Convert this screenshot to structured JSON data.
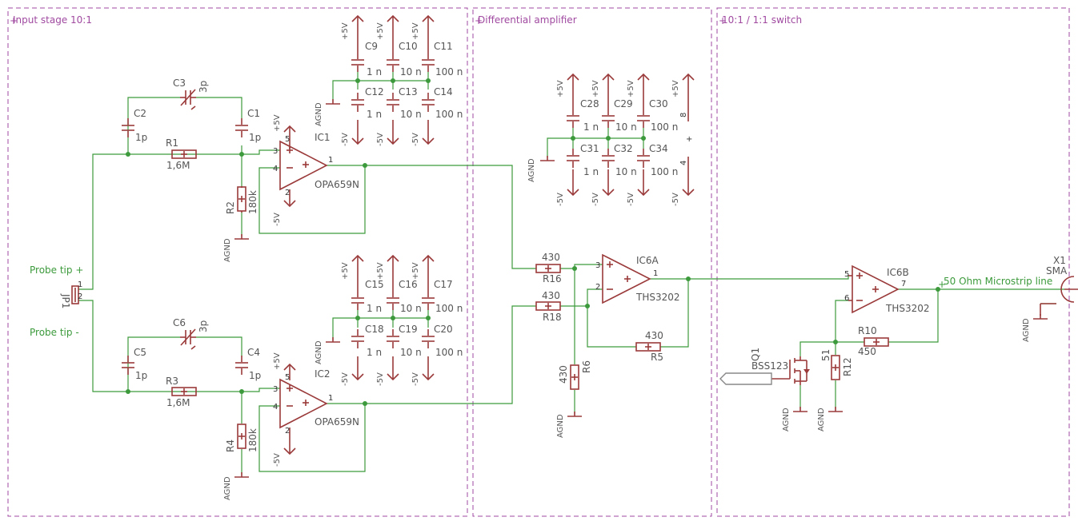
{
  "frames": {
    "input": "Input stage 10:1",
    "diff": "Differential amplifier",
    "switch": "10:1 / 1:1 switch"
  },
  "nets": {
    "probe_pos": "Probe tip +",
    "probe_neg": "Probe tip -",
    "microstrip": "50 Ohm Microstrip line"
  },
  "power": {
    "pos": "+5V",
    "neg": "-5V",
    "agnd": "AGND"
  },
  "parts": {
    "jp1": "JP1",
    "c1": "C1",
    "c1v": "1p",
    "c2": "C2",
    "c2v": "1p",
    "c3": "C3",
    "c3v": "3p",
    "r1": "R1",
    "r1v": "1,6M",
    "r2": "R2",
    "r2v": "180k",
    "ic1": "IC1",
    "ic1v": "OPA659N",
    "c4": "C4",
    "c4v": "1p",
    "c5": "C5",
    "c5v": "1p",
    "c6": "C6",
    "c6v": "3p",
    "r3": "R3",
    "r3v": "1,6M",
    "r4": "R4",
    "r4v": "180k",
    "ic2": "IC2",
    "ic2v": "OPA659N",
    "c9": "C9",
    "c9v": "1 n",
    "c10": "C10",
    "c10v": "10 n",
    "c11": "C11",
    "c11v": "100 n",
    "c12": "C12",
    "c12v": "1 n",
    "c13": "C13",
    "c13v": "10 n",
    "c14": "C14",
    "c14v": "100 n",
    "c15": "C15",
    "c15v": "1 n",
    "c16": "C16",
    "c16v": "10 n",
    "c17": "C17",
    "c17v": "100 n",
    "c18": "C18",
    "c18v": "1 n",
    "c19": "C19",
    "c19v": "10 n",
    "c20": "C20",
    "c20v": "100 n",
    "c28": "C28",
    "c28v": "1 n",
    "c29": "C29",
    "c29v": "10 n",
    "c30": "C30",
    "c30v": "100 n",
    "c31": "C31",
    "c31v": "1 n",
    "c32": "C32",
    "c32v": "10 n",
    "c34": "C34",
    "c34v": "100 n",
    "r16": "R16",
    "r16v": "430",
    "r18": "R18",
    "r18v": "430",
    "r5": "R5",
    "r5v": "430",
    "r6": "R6",
    "r6v": "430",
    "ic6a": "IC6A",
    "ic6av": "THS3202",
    "ic6b": "IC6B",
    "ic6bv": "THS3202",
    "r10": "R10",
    "r10v": "450",
    "r12": "R12",
    "r12v": "51",
    "q1": "Q1",
    "q1v": "BSS123",
    "x1": "X1",
    "x1v": "SMA"
  },
  "pins": {
    "p1": "1",
    "p2": "2",
    "p3": "3",
    "p4": "4",
    "p5": "5",
    "p6": "6",
    "p7": "7",
    "p8": "8",
    "plus": "+",
    "minus": "-"
  }
}
